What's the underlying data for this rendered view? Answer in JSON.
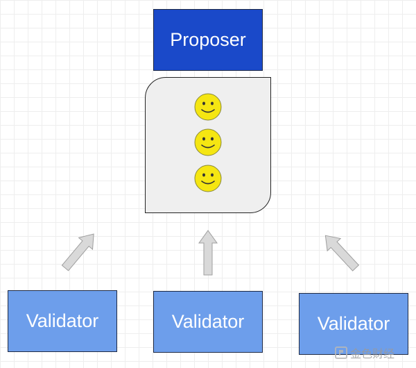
{
  "colors": {
    "proposer_fill": "#1a49c9",
    "validator_fill": "#6d9eeb",
    "block_fill": "#efefef",
    "arrow_fill": "#cccccc",
    "smiley_fill": "#f5e612"
  },
  "proposer": {
    "label": "Proposer"
  },
  "block": {
    "contents": [
      "smiley-icon",
      "smiley-icon",
      "smiley-icon"
    ]
  },
  "validators": [
    {
      "label": "Validator"
    },
    {
      "label": "Validator"
    },
    {
      "label": "Validator"
    }
  ],
  "watermark": {
    "text": "金色财经"
  }
}
